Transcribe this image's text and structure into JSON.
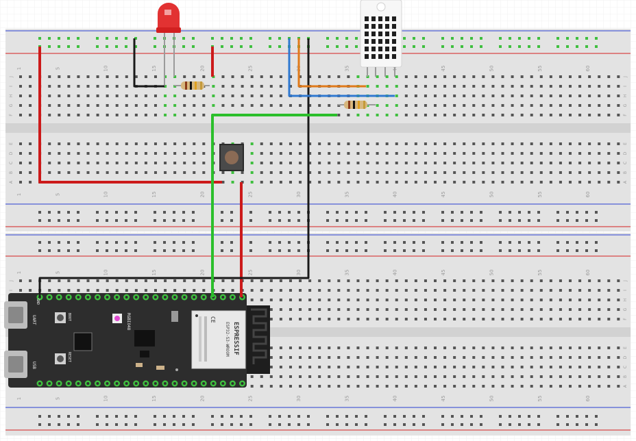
{
  "breadboard": {
    "col_numbers": [
      "1",
      "5",
      "10",
      "15",
      "20",
      "25",
      "30",
      "35",
      "40",
      "45",
      "50",
      "55",
      "60"
    ],
    "rows_top": [
      "J",
      "I",
      "H",
      "G",
      "F"
    ],
    "rows_bottom": [
      "E",
      "D",
      "C",
      "B",
      "A"
    ]
  },
  "esp32": {
    "brand": "ESPRESSIF",
    "module": "ESP32-S3-WROOM",
    "ce_mark": "CE",
    "chip_label": "RGBIO48",
    "btn_boot": "BOOT",
    "btn_reset": "RESET",
    "port_uart": "UART",
    "port_usb": "USB",
    "pin_gnd": "GND"
  },
  "colors": {
    "wire_red": "#cc1a1a",
    "wire_black": "#1a1a1a",
    "wire_green": "#2bbf2b",
    "wire_blue": "#2f78d0",
    "wire_orange": "#e07a1a",
    "rail_red": "#d62020",
    "rail_blue": "#2a3fd0",
    "board": "#e2e2e2",
    "hole_green": "#3fbf3f",
    "esp_pcb": "#2d2d2d"
  }
}
